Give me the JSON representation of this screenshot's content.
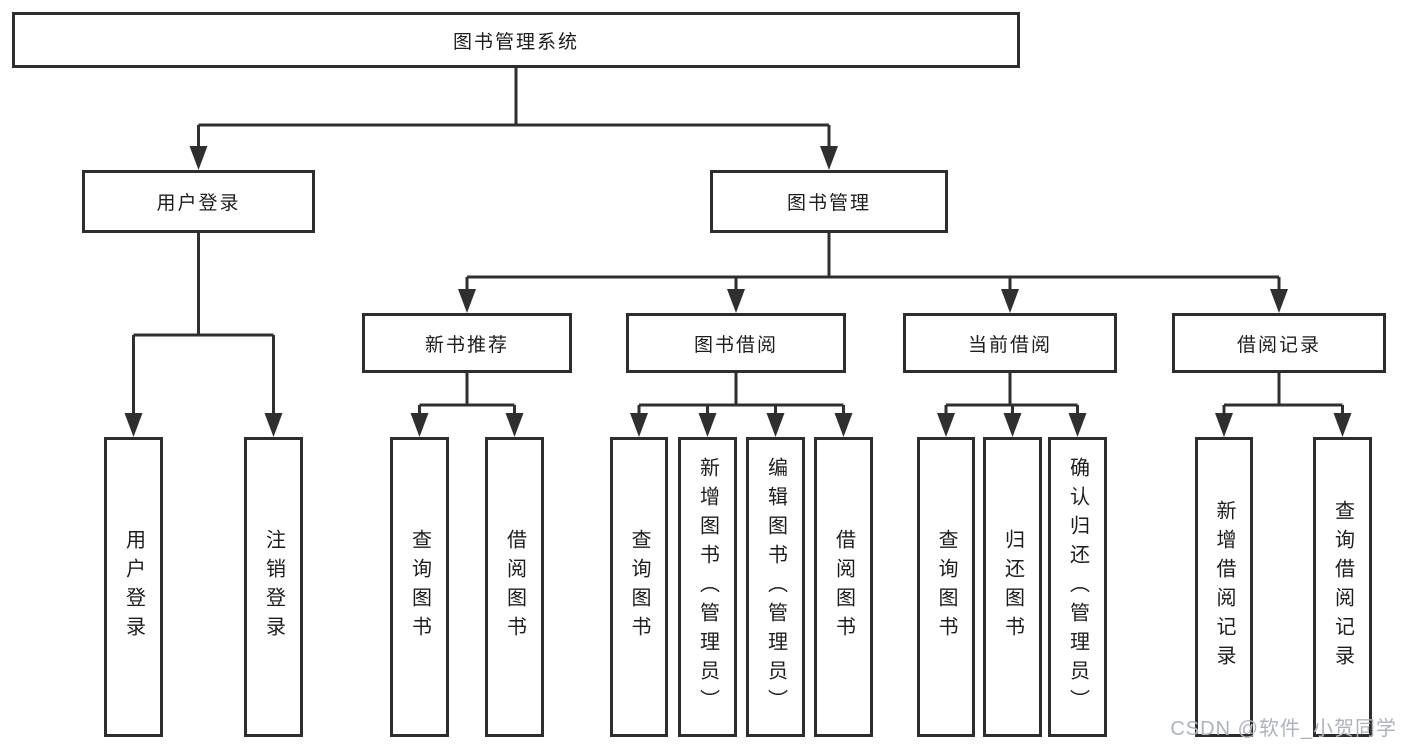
{
  "diagram": {
    "root": {
      "label": "图书管理系统"
    },
    "level2": [
      {
        "label": "用户登录",
        "parent": "图书管理系统"
      },
      {
        "label": "图书管理",
        "parent": "图书管理系统"
      }
    ],
    "level3": [
      {
        "label": "新书推荐",
        "parent": "图书管理"
      },
      {
        "label": "图书借阅",
        "parent": "图书管理"
      },
      {
        "label": "当前借阅",
        "parent": "图书管理"
      },
      {
        "label": "借阅记录",
        "parent": "图书管理"
      }
    ],
    "leaves": [
      {
        "label": "用户登录",
        "parent": "用户登录"
      },
      {
        "label": "注销登录",
        "parent": "用户登录"
      },
      {
        "label": "查询图书",
        "parent": "新书推荐"
      },
      {
        "label": "借阅图书",
        "parent": "新书推荐"
      },
      {
        "label": "查询图书",
        "parent": "图书借阅"
      },
      {
        "label": "新增图书（管理员）",
        "parent": "图书借阅"
      },
      {
        "label": "编辑图书（管理员）",
        "parent": "图书借阅"
      },
      {
        "label": "借阅图书",
        "parent": "图书借阅"
      },
      {
        "label": "查询图书",
        "parent": "当前借阅"
      },
      {
        "label": "归还图书",
        "parent": "当前借阅"
      },
      {
        "label": "确认归还（管理员）",
        "parent": "当前借阅"
      },
      {
        "label": "新增借阅记录",
        "parent": "借阅记录"
      },
      {
        "label": "查询借阅记录",
        "parent": "借阅记录"
      }
    ]
  },
  "watermark": {
    "text": "CSDN @软件_小贺同学"
  },
  "colors": {
    "line": "#2f2f2f",
    "box_border": "#2d2d2d",
    "box_fill": "#ffffff",
    "text": "#1d1d1d",
    "watermark": "#aeb3bb"
  }
}
